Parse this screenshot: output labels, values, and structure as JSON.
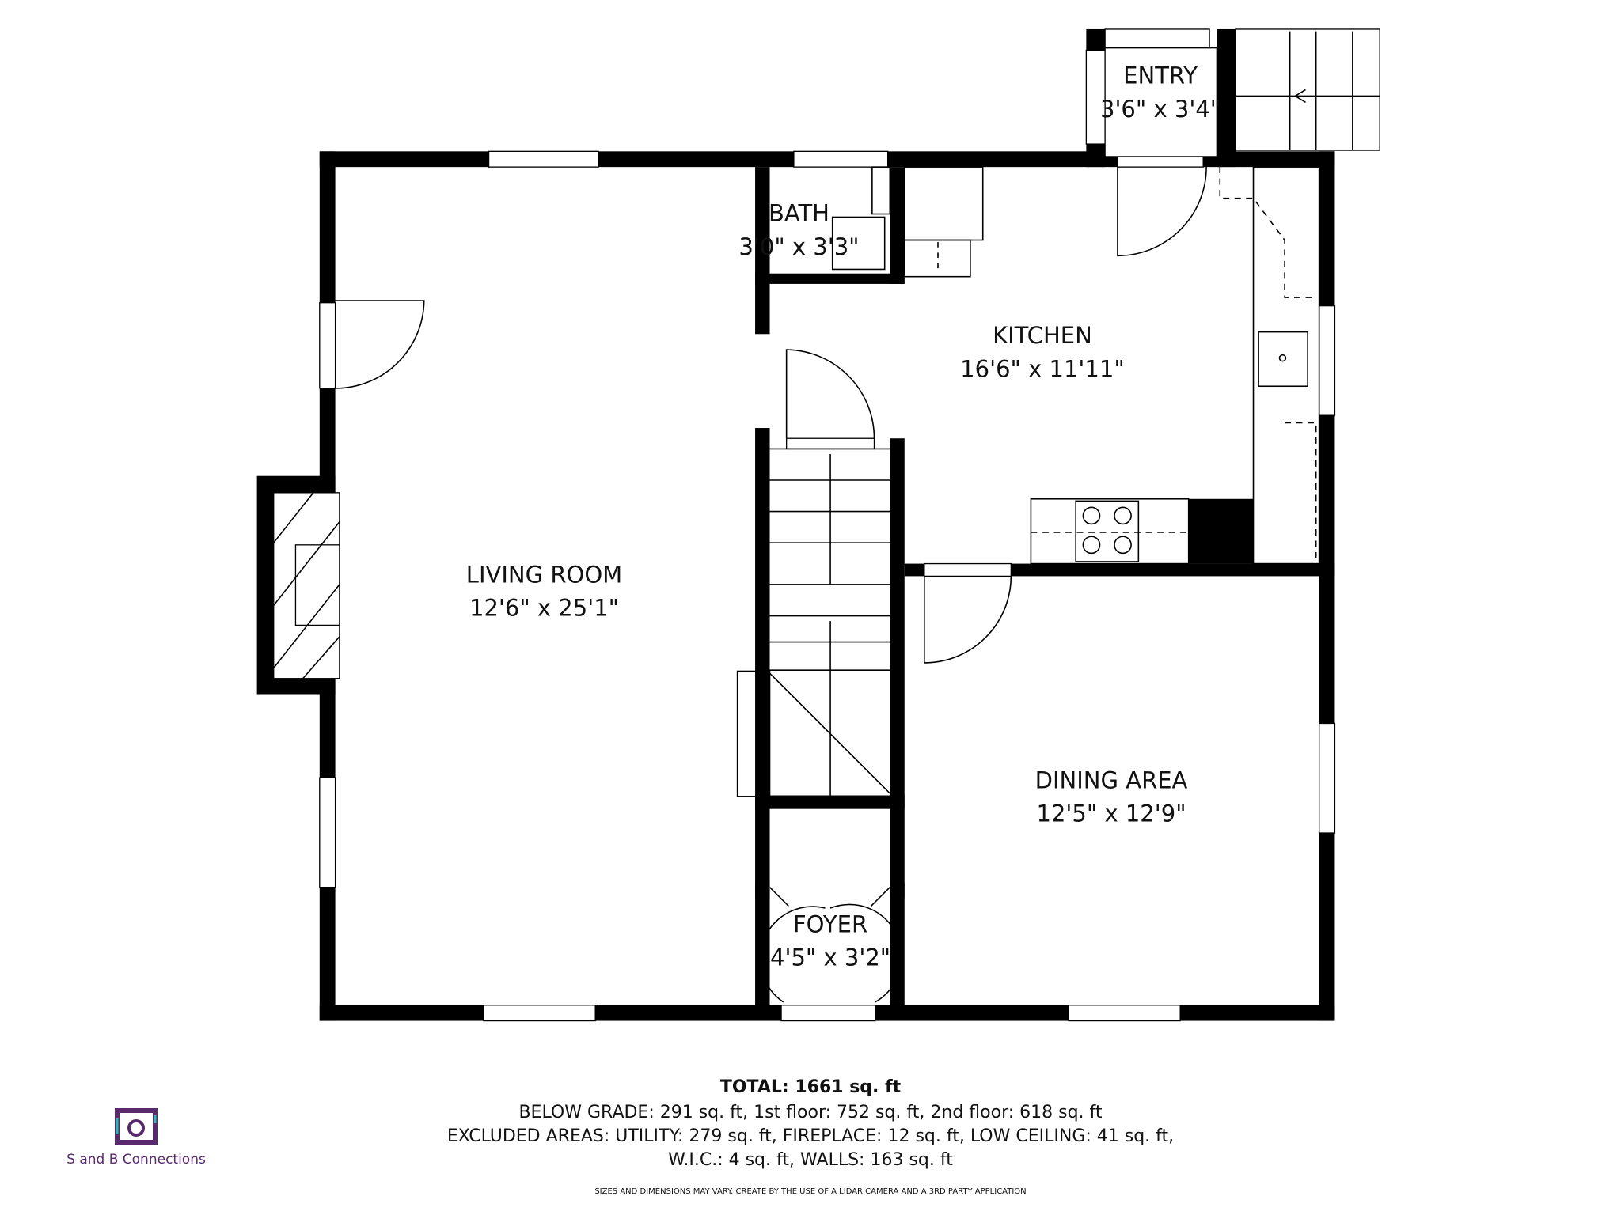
{
  "rooms": {
    "living": {
      "name": "LIVING ROOM",
      "size": "12'6\" x 25'1\""
    },
    "kitchen": {
      "name": "KITCHEN",
      "size": "16'6\" x 11'11\""
    },
    "dining": {
      "name": "DINING AREA",
      "size": "12'5\" x 12'9\""
    },
    "bath": {
      "name": "BATH",
      "size": "3'0\" x 3'3\""
    },
    "entry": {
      "name": "ENTRY",
      "size": "3'6\" x 3'4\""
    },
    "foyer": {
      "name": "FOYER",
      "size": "4'5\" x 3'2\""
    }
  },
  "summary": {
    "total": "TOTAL: 1661 sq. ft",
    "line1": "BELOW GRADE: 291 sq. ft, 1st floor: 752 sq. ft, 2nd floor: 618 sq. ft",
    "line2": "EXCLUDED AREAS: UTILITY: 279 sq. ft, FIREPLACE: 12 sq. ft, LOW CEILING: 41 sq. ft,",
    "line3": "W.I.C.: 4 sq. ft, WALLS: 163 sq. ft",
    "disclaimer": "SIZES AND DIMENSIONS MAY VARY. CREATE BY THE USE OF A LIDAR CAMERA AND A 3RD PARTY APPLICATION"
  },
  "brand": {
    "name": "S and B Connections",
    "color": "#5a2a6e",
    "accent": "#2bb5b5",
    "icon": "camera-icon"
  },
  "colors": {
    "wall": "#000000",
    "background": "#ffffff"
  }
}
